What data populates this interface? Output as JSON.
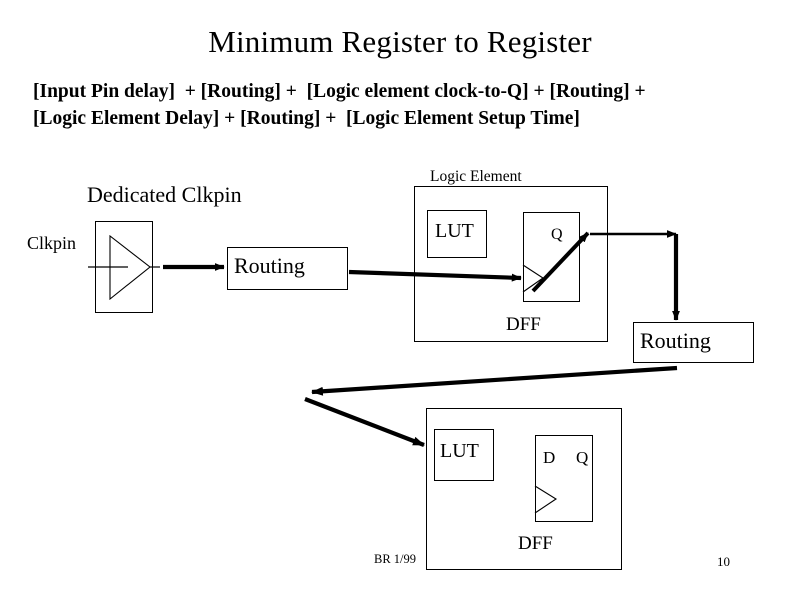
{
  "slide": {
    "title": "Minimum Register to Register",
    "formula": {
      "line1": "[Input Pin delay]  + [Routing] +  [Logic element clock-to-Q] + [Routing] +",
      "line2": "[Logic Element Delay] + [Routing] +  [Logic Element Setup Time]"
    },
    "footer": {
      "credit": "BR 1/99",
      "page_number": "10"
    },
    "colors": {
      "background": "#ffffff",
      "ink": "#000000"
    }
  },
  "diagram": {
    "labels": {
      "dedicated_clkpin": "Dedicated Clkpin",
      "clkpin_input": "Clkpin",
      "logic_element": "Logic Element",
      "routing_left": "Routing",
      "routing_right": "Routing",
      "lut_top": "LUT",
      "lut_bottom": "LUT",
      "dff_top": "DFF",
      "dff_bottom": "DFF",
      "q_top": "Q",
      "d_bottom": "D",
      "q_bottom": "Q"
    },
    "blocks": [
      {
        "name": "clkpin-buffer",
        "kind": "buffer"
      },
      {
        "name": "routing-left",
        "kind": "routing"
      },
      {
        "name": "logic-element-top",
        "kind": "logic-element"
      },
      {
        "name": "lut-top",
        "kind": "lut"
      },
      {
        "name": "dff-top",
        "kind": "flipflop"
      },
      {
        "name": "routing-right",
        "kind": "routing"
      },
      {
        "name": "logic-element-bottom",
        "kind": "logic-element"
      },
      {
        "name": "lut-bottom",
        "kind": "lut"
      },
      {
        "name": "dff-bottom",
        "kind": "flipflop"
      }
    ],
    "signal_path": [
      "Clkpin",
      "Dedicated Clkpin buffer",
      "Routing",
      "DFF clock (Logic Element)",
      "Q output",
      "Routing",
      "LUT (second Logic Element)"
    ]
  }
}
